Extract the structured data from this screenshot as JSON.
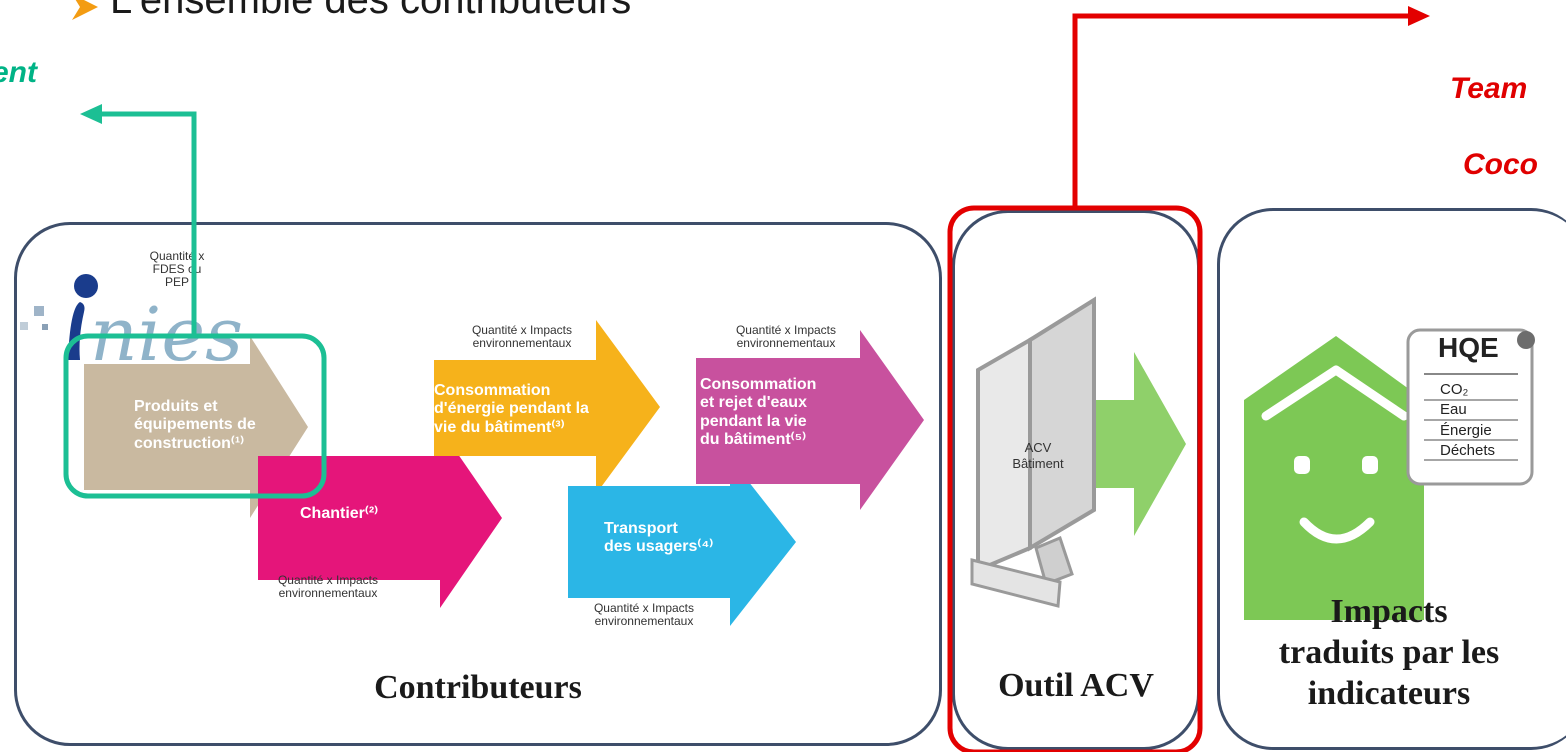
{
  "heading": {
    "bullet_icon": "arrow-bullet-icon",
    "text": "L'ensemble des contributeurs"
  },
  "left_link": {
    "text": "ent",
    "color": "#00b386"
  },
  "right_links": [
    {
      "text": "Team",
      "color": "#e00000"
    },
    {
      "text": "Coco",
      "color": "#e00000"
    }
  ],
  "contributeurs": {
    "title": "Contributeurs",
    "logo_text": "inies",
    "notes": {
      "fdes": "Quantité x FDES ou PEP",
      "energie": "Quantité x Impacts environnementaux",
      "eau": "Quantité x Impacts environnementaux",
      "chantier": "Quantité x Impacts environnementaux",
      "transport": "Quantité x Impacts environnementaux"
    },
    "arrows": {
      "produits": {
        "lines": [
          "Produits et",
          "équipements de",
          "construction⁽¹⁾"
        ],
        "color": "#c9b9a0"
      },
      "chantier": {
        "lines": [
          "Chantier⁽²⁾"
        ],
        "color": "#e5157a"
      },
      "energie": {
        "lines": [
          "Consommation",
          "d'énergie pendant la",
          "vie du bâtiment⁽³⁾"
        ],
        "color": "#f6b21b"
      },
      "transport": {
        "lines": [
          "Transport",
          "des usagers⁽⁴⁾"
        ],
        "color": "#2bb6e6"
      },
      "eau": {
        "lines": [
          "Consommation",
          "et rejet d'eaux",
          "pendant la vie",
          "du bâtiment⁽⁵⁾"
        ],
        "color": "#c8519e"
      }
    }
  },
  "outil": {
    "title": "Outil ACV",
    "screen_lines": [
      "ACV",
      "Bâtiment"
    ]
  },
  "impacts": {
    "title_lines": [
      "Impacts",
      "traduits par les",
      "indicateurs"
    ],
    "hqe": {
      "label": "HQE",
      "items": [
        "CO₂",
        "Eau",
        "Énergie",
        "Déchets"
      ]
    },
    "house_color": "#7dc855"
  },
  "colors": {
    "highlight_green": "#1cbf94",
    "highlight_red": "#e30000",
    "panel_border": "#3e4e6a"
  }
}
